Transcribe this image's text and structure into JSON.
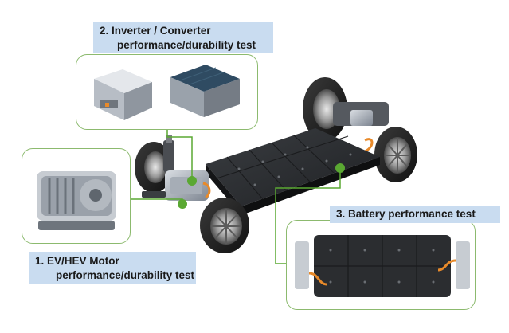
{
  "labels": {
    "inverter": {
      "line1": "2. Inverter / Converter",
      "line2": "performance/durability  test"
    },
    "battery": {
      "line1": "3. Battery  performance  test"
    },
    "motor": {
      "line1": "1. EV/HEV  Motor",
      "line2": "performance/durability  test"
    }
  },
  "colors": {
    "label_bg": "#c9dcf0",
    "callout_border": "#8cba6e",
    "marker": "#5aa832",
    "battery_body": "#2b2d30",
    "accent_orange": "#e88a2a"
  },
  "icons": {
    "motor": "electric-motor",
    "inverter": "inverter-unit",
    "converter": "converter-unit",
    "battery": "battery-pack",
    "chassis": "ev-skateboard-chassis"
  }
}
